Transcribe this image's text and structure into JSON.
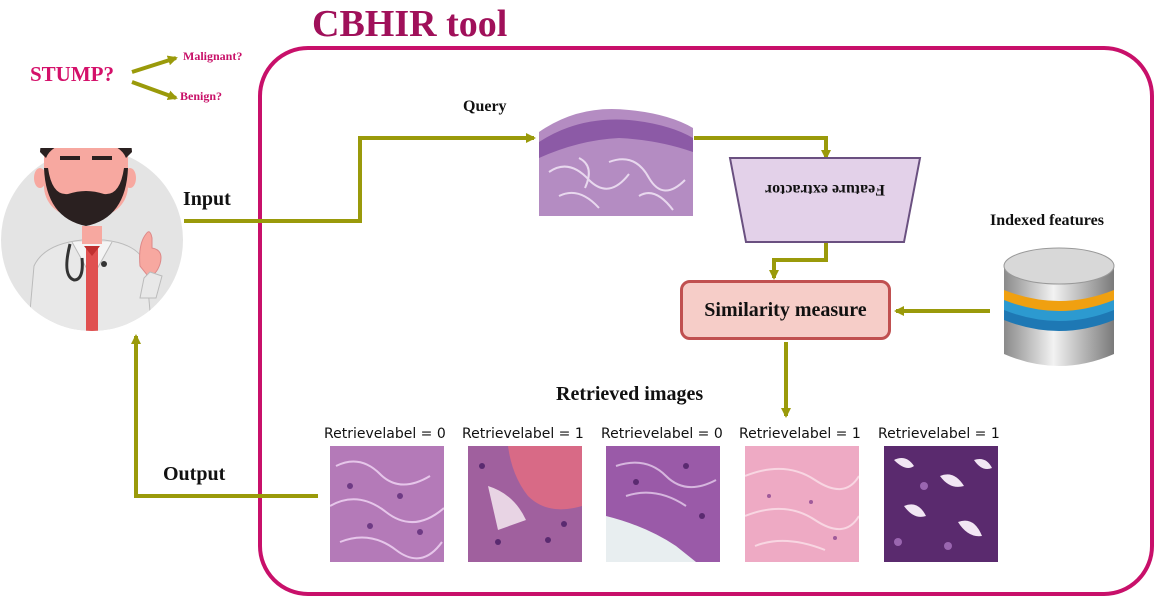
{
  "title": "CBHIR tool",
  "question": {
    "label": "STUMP?",
    "options": [
      "Malignant?",
      "Benign?"
    ]
  },
  "labels": {
    "input": "Input",
    "output": "Output",
    "query": "Query",
    "feature_extractor": "Feature extractor",
    "similarity_measure": "Similarity measure",
    "indexed_features": "Indexed features",
    "retrieved_images": "Retrieved images"
  },
  "retrieved": [
    {
      "label": "Retrievelabel = 0",
      "tone": "purple"
    },
    {
      "label": "Retrievelabel = 1",
      "tone": "red"
    },
    {
      "label": "Retrievelabel = 0",
      "tone": "mixed"
    },
    {
      "label": "Retrievelabel = 1",
      "tone": "pink"
    },
    {
      "label": "Retrievelabel = 1",
      "tone": "dark"
    }
  ],
  "colors": {
    "accent": "#c8106a",
    "title": "#a0105a",
    "arrow": "#9a9a0a",
    "feature_fill": "#e3d1e9",
    "similarity_fill": "#f6cdc8",
    "similarity_border": "#c05050"
  }
}
